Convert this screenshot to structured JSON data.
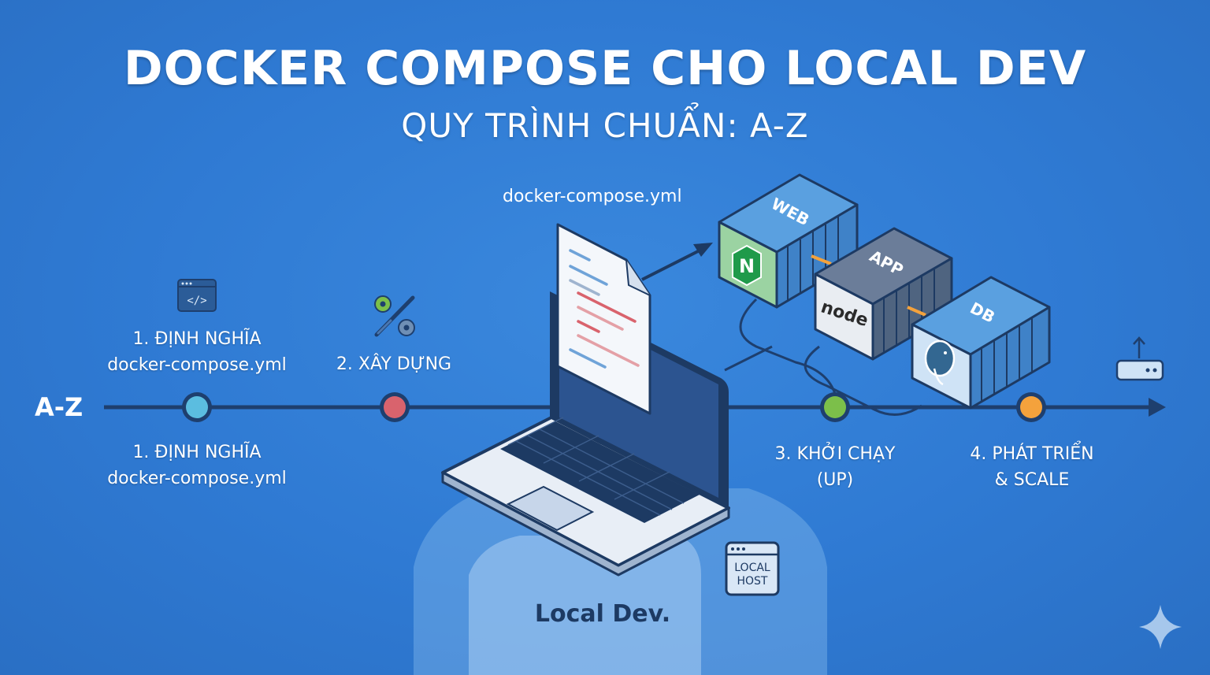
{
  "title": "DOCKER COMPOSE CHO LOCAL DEV",
  "subtitle": "QUY TRÌNH CHUẨN: A-Z",
  "timeline": {
    "start_label": "A-Z",
    "steps": [
      {
        "label_line1": "1. ĐỊNH NGHĨA",
        "label_line2": "docker-compose.yml",
        "color": "#5bbde0",
        "icon": "code-window-icon"
      },
      {
        "label": "2. XÂY DỰNG",
        "color": "#d9636d",
        "icon": "tools-gear-icon"
      },
      {
        "label_line1": "3. KHỞI CHẠY",
        "label_line2": "(UP)",
        "color": "#7cbf4a"
      },
      {
        "label_line1": "4. PHÁT TRIỂN",
        "label_line2": "& SCALE",
        "color": "#f4a23c",
        "icon": "server-upload-icon"
      }
    ],
    "step1_bottom": {
      "label_line1": "1. ĐỊNH NGHĨA",
      "label_line2": "docker-compose.yml"
    }
  },
  "compose_file": {
    "label": "docker-compose.yml",
    "icon": "yaml-document-icon"
  },
  "containers": [
    {
      "label": "WEB",
      "logo": "nginx-logo-icon",
      "color": "#3f8ad2"
    },
    {
      "label": "APP",
      "logo": "node-logo-icon",
      "color": "#4f6480"
    },
    {
      "label": "DB",
      "logo": "postgres-logo-icon",
      "color": "#3f8ad2"
    }
  ],
  "laptop": {
    "label": "Local Dev."
  },
  "localhost_badge": {
    "line1": "LOCAL",
    "line2": "HOST"
  },
  "colors": {
    "background": "#2f7ad3",
    "outline": "#1d3a63",
    "timeline": "#1e3f6e"
  }
}
